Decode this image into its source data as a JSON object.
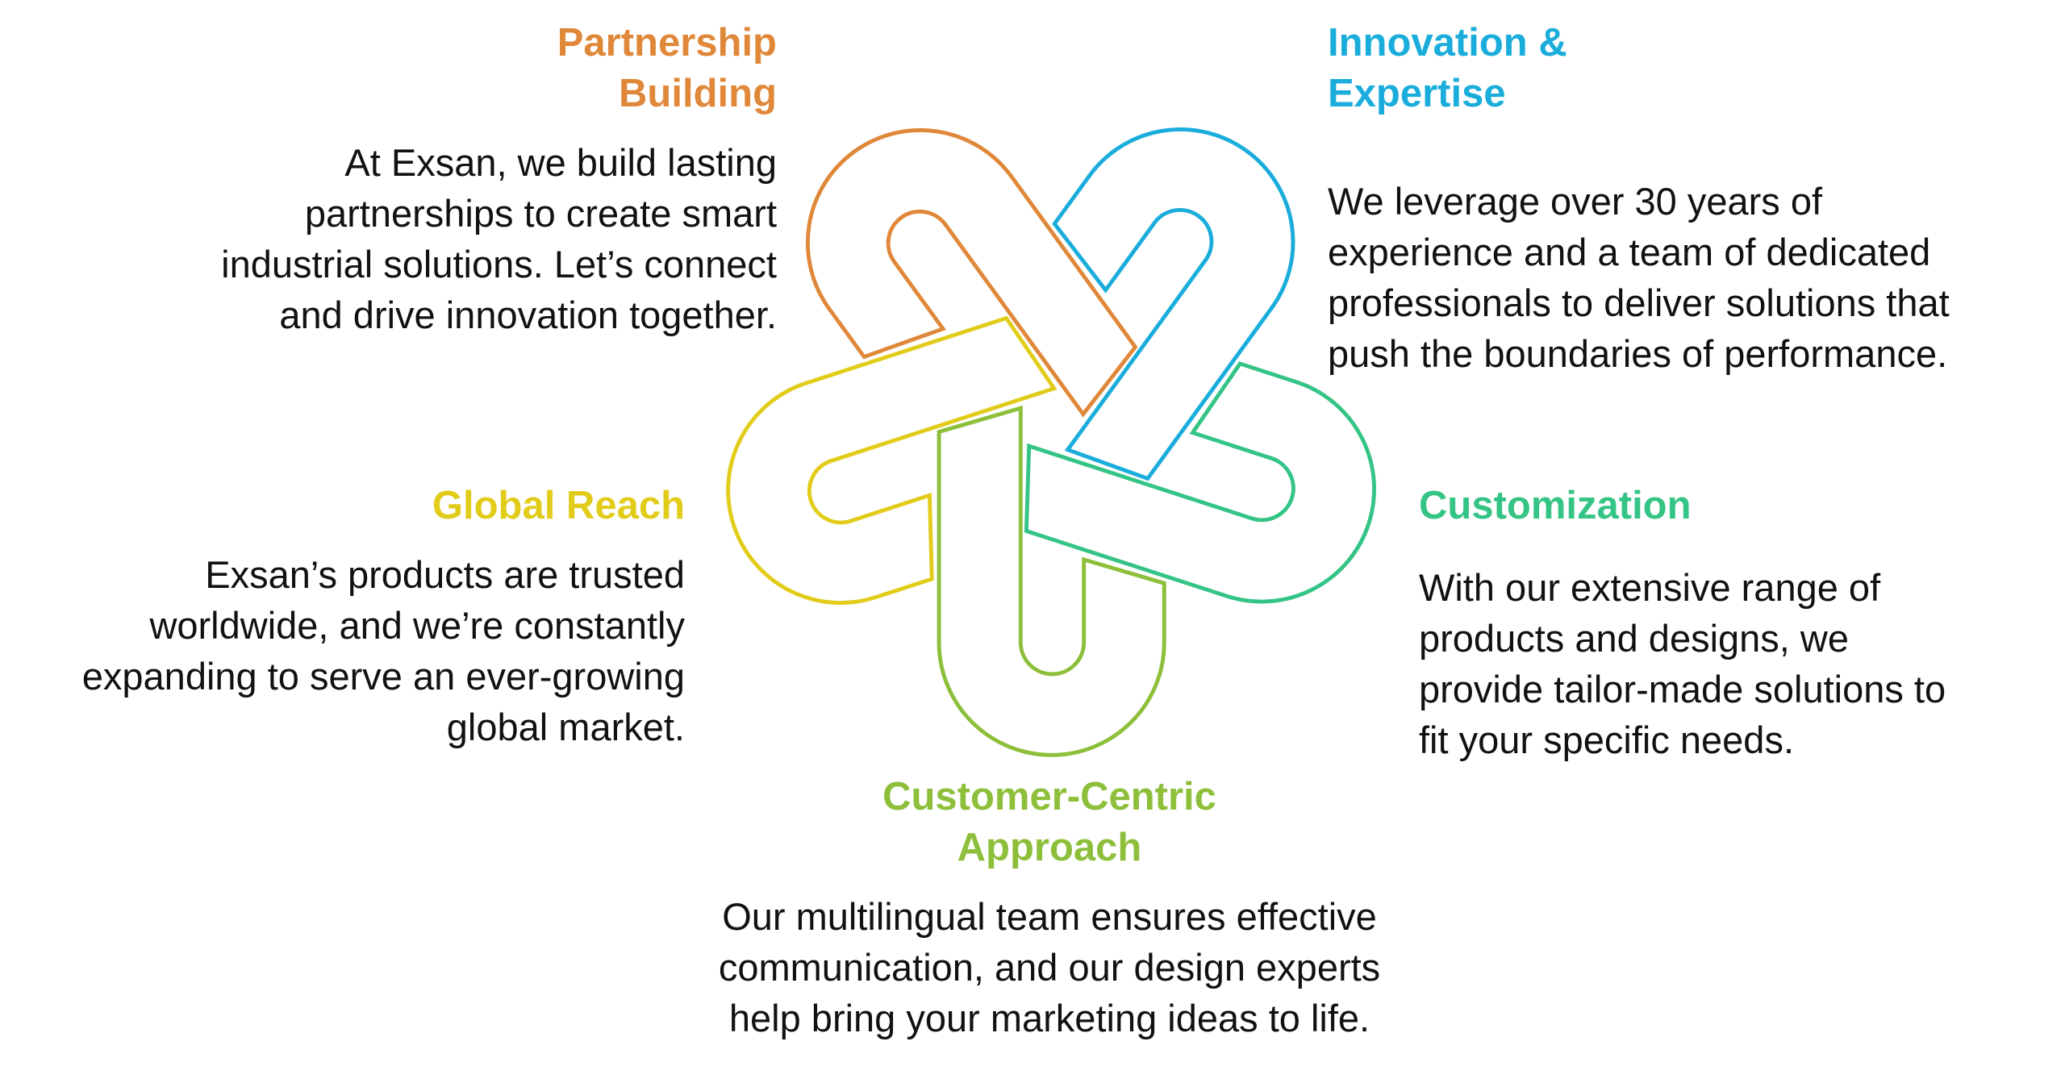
{
  "colors": {
    "partnership": "#E0883A",
    "innovation": "#1AADDB",
    "customization": "#34C486",
    "customer": "#8DBF3A",
    "global": "#E2CC1A"
  },
  "sections": {
    "partnership": {
      "title": [
        "Partnership",
        "Building"
      ],
      "body": [
        "At Exsan, we build lasting",
        "partnerships to create smart",
        "industrial solutions. Let’s connect",
        "and drive innovation together."
      ]
    },
    "innovation": {
      "title": [
        "Innovation &",
        "Expertise"
      ],
      "body": [
        "We leverage over 30 years of",
        "experience and a team of dedicated",
        "professionals to deliver solutions that",
        "push the boundaries of performance."
      ]
    },
    "global": {
      "title": [
        "Global Reach"
      ],
      "body": [
        "Exsan’s products are trusted",
        "worldwide, and we’re constantly",
        "expanding to serve an ever-growing",
        "global market."
      ]
    },
    "customization": {
      "title": [
        "Customization"
      ],
      "body": [
        "With our extensive range of",
        "products and designs, we",
        "provide tailor-made solutions to",
        "fit your specific needs."
      ]
    },
    "customer": {
      "title": [
        "Customer-Centric",
        "Approach"
      ],
      "body": [
        "Our multilingual team ensures effective",
        "communication, and our design experts",
        "help bring your marketing ideas to life."
      ]
    }
  }
}
